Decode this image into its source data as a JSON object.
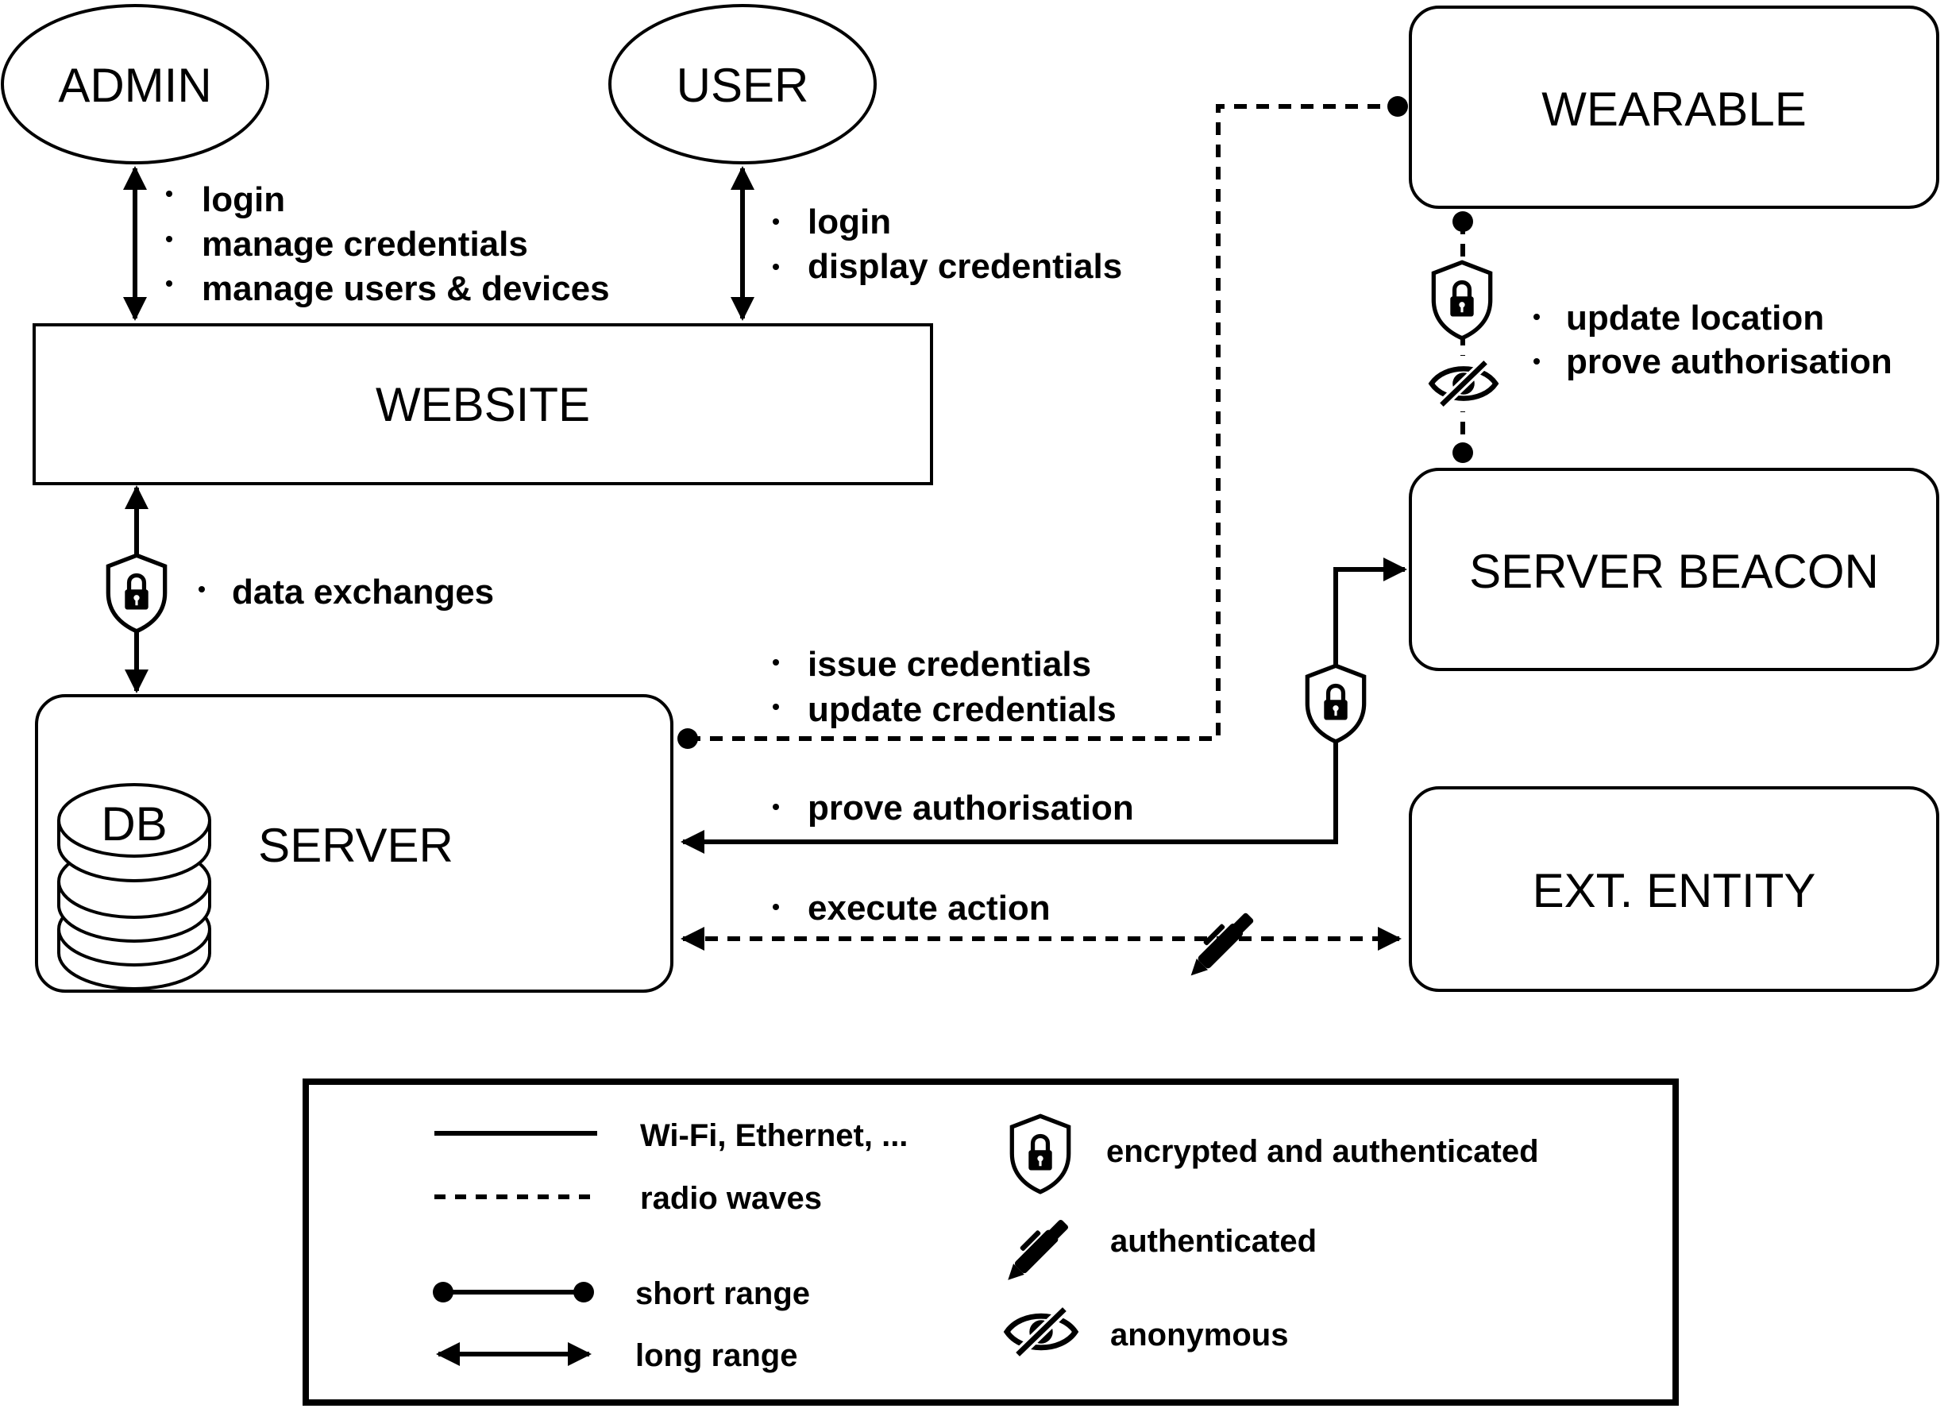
{
  "nodes": {
    "admin": "ADMIN",
    "user": "USER",
    "website": "WEBSITE",
    "server": "SERVER",
    "db": "DB",
    "wearable": "WEARABLE",
    "server_beacon": "SERVER BEACON",
    "ext_entity": "EXT. ENTITY"
  },
  "annotations": {
    "admin_website": [
      "login",
      "manage credentials",
      "manage users & devices"
    ],
    "user_website": [
      "login",
      "display credentials"
    ],
    "website_server": [
      "data exchanges"
    ],
    "server_wearable": [
      "issue credentials",
      "update credentials"
    ],
    "wearable_beacon": [
      "update location",
      "prove authorisation"
    ],
    "beacon_server": [
      "prove authorisation"
    ],
    "server_ext": [
      "execute action"
    ]
  },
  "legend": {
    "solid_line": "Wi-Fi, Ethernet, ...",
    "dashed_line": "radio waves",
    "short_range": "short range",
    "long_range": "long range",
    "encrypted": "encrypted and authenticated",
    "authenticated": "authenticated",
    "anonymous": "anonymous"
  },
  "icons": {
    "encrypted": "shield-lock-icon",
    "authenticated": "pen-icon",
    "anonymous": "eye-slash-icon"
  },
  "colors": {
    "stroke": "#000000",
    "background": "#ffffff"
  }
}
